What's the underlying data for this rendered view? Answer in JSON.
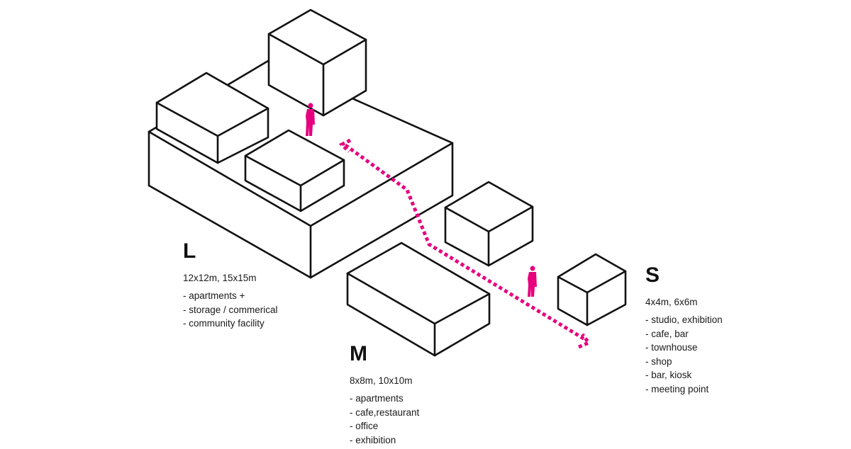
{
  "colors": {
    "accent": "#e6007e",
    "line": "#111111"
  },
  "groups": {
    "L": {
      "letter": "L",
      "dims": "12x12m,  15x15m",
      "uses": [
        "apartments +",
        "storage / commerical",
        "community facility"
      ]
    },
    "M": {
      "letter": "M",
      "dims": "8x8m,  10x10m",
      "uses": [
        "apartments",
        "cafe,restaurant",
        "office",
        "exhibition"
      ]
    },
    "S": {
      "letter": "S",
      "dims": "4x4m,  6x6m",
      "uses": [
        "studio, exhibition",
        "cafe, bar",
        "townhouse",
        "shop",
        "bar, kiosk",
        "meeting point"
      ]
    }
  },
  "icons": {
    "figures": [
      "person-icon",
      "person-icon"
    ],
    "path": "dotted-arrow-path"
  }
}
